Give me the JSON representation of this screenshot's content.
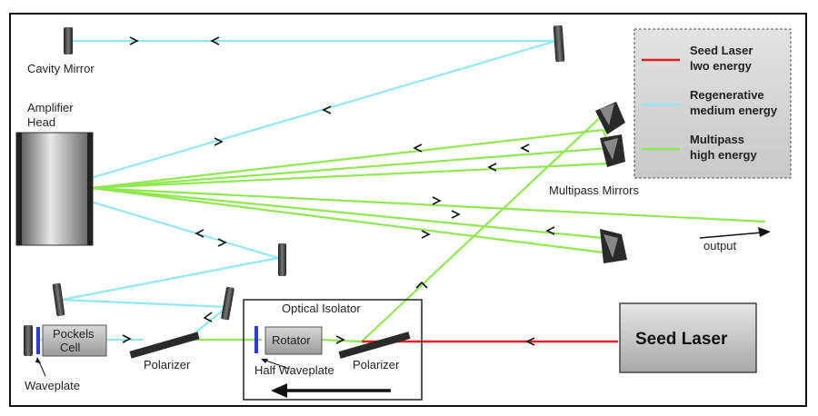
{
  "labels": {
    "cavity_mirror": "Cavity Mirror",
    "amplifier_head_1": "Amplifier",
    "amplifier_head_2": "Head",
    "multipass_mirrors": "Multipass Mirrors",
    "output": "output",
    "optical_isolator": "Optical Isolator",
    "pockels_cell_1": "Pockels",
    "pockels_cell_2": "Cell",
    "rotator": "Rotator",
    "polarizer_left": "Polarizer",
    "polarizer_right": "Polarizer",
    "half_waveplate": "Half Waveplate",
    "waveplate": "Waveplate",
    "seed_laser": "Seed Laser"
  },
  "legend": {
    "items": [
      {
        "line1": "Seed Laser",
        "line2": "lwo energy",
        "color": "#e02020"
      },
      {
        "line1": "Regenerative",
        "line2": "medium energy",
        "color": "#8fe8f4"
      },
      {
        "line1": "Multipass",
        "line2": "high energy",
        "color": "#8ee84e"
      }
    ]
  },
  "colors": {
    "seed": "#e02020",
    "regenerative": "#8fe8f4",
    "multipass": "#8ee84e",
    "waveplate": "#2f38e6"
  }
}
